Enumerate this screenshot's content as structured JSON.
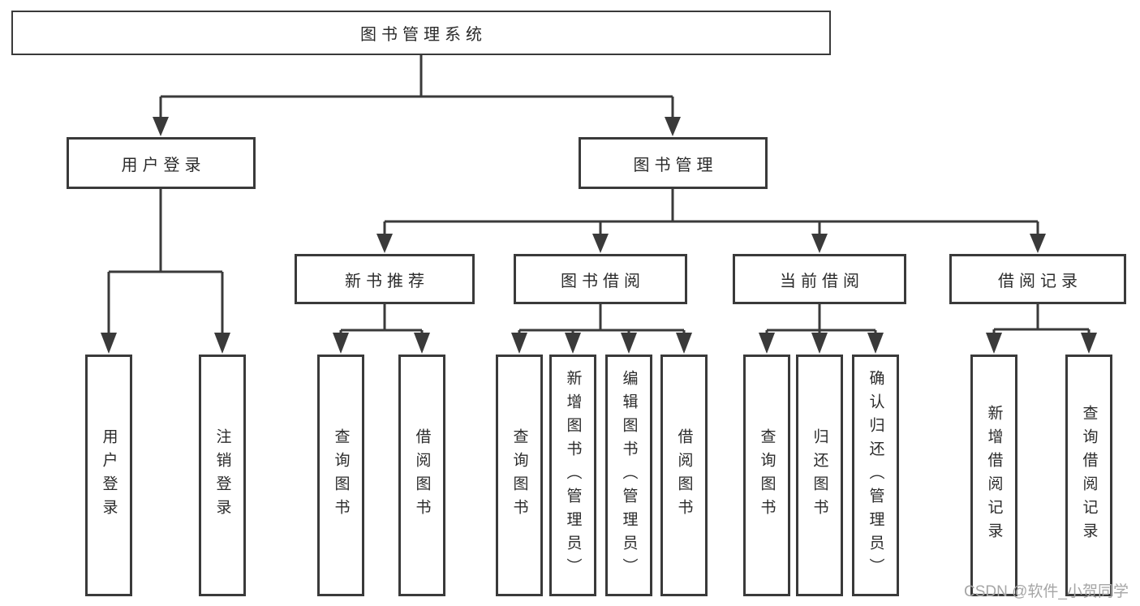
{
  "tree": {
    "label": "图书管理系统",
    "children": [
      {
        "label": "用户登录",
        "children": [
          {
            "label": "用户登录"
          },
          {
            "label": "注销登录"
          }
        ]
      },
      {
        "label": "图书管理",
        "children": [
          {
            "label": "新书推荐",
            "children": [
              {
                "label": "查询图书"
              },
              {
                "label": "借阅图书"
              }
            ]
          },
          {
            "label": "图书借阅",
            "children": [
              {
                "label": "查询图书"
              },
              {
                "label": "新增图书（管理员）"
              },
              {
                "label": "编辑图书（管理员）"
              },
              {
                "label": "借阅图书"
              }
            ]
          },
          {
            "label": "当前借阅",
            "children": [
              {
                "label": "查询图书"
              },
              {
                "label": "归还图书"
              },
              {
                "label": "确认归还（管理员）"
              }
            ]
          },
          {
            "label": "借阅记录",
            "children": [
              {
                "label": "新增借阅记录"
              },
              {
                "label": "查询借阅记录"
              }
            ]
          }
        ]
      }
    ]
  },
  "watermark": {
    "text": "CSDN @软件_小贺同学"
  },
  "colors": {
    "line": "#3a3a3a",
    "box_border": "#3a3a3a",
    "box_fill": "#ffffff",
    "text": "#2b2b2b",
    "watermark": "#a6a6a6",
    "background": "#ffffff"
  }
}
